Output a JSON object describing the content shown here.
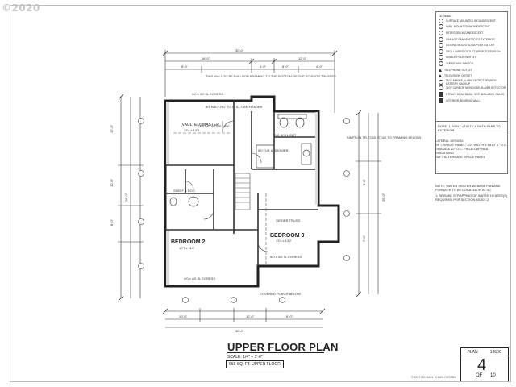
{
  "watermark": "©2020",
  "title": "UPPER FLOOR PLAN",
  "scale": "SCALE: 1/4\" = 1'-0\"",
  "area": "669 SQ. FT. UPPER FLOOR",
  "copyright": "© 2017 MICHAEL CHARL DESIGN",
  "plan_box": {
    "plan_label": "PLAN",
    "plan_number": "1460C",
    "sheet": "4",
    "of_label": "OF",
    "total": "10"
  },
  "rooms": {
    "master": "(VAULTED) MASTER",
    "master_dims": "13'4 x 13'0",
    "bedroom2": "BEDROOM 2",
    "bedroom2_dims": "10'7 x 11'2",
    "bedroom3": "BEDROOM 3",
    "bedroom3_dims": "13'4 x 13'2"
  },
  "annotations": {
    "balloon_note": "THIS WALL TO BE BALLOON FRAMING TO THE BOTTOM OF THE SCISSOR TRUSSES",
    "header_note": "3/4 HALF HD. TO STILL CAN HEADER",
    "ceiling_ridge": "CEILING RIDGE LINE",
    "skylight": "2x2 SKYLIGHT",
    "simpson": "SIMPSON TR-TC40 (STUD TO FRAMING BELOW)",
    "tub": "5/0 TUB & SHOWER",
    "shelf_rod": "SHELF & ROD",
    "girder_truss": "GIRDER TRUSS",
    "covered_porch": "COVERED PORCH BELOW",
    "egress_1": "5/0 x 3/0 SL EGRESS",
    "egress_2": "4/0 x 4/0 SL EGRESS",
    "egress_3": "5/0 x 4/0 SL EGRESS"
  },
  "dims_top": [
    "30'-0\"",
    "16'-0\"",
    "12'-0\"",
    "8'-0\"",
    "4'-0\"",
    "8'-0\"",
    "4'-0\""
  ],
  "dims_bottom": [
    "30'-0\"",
    "10'-0\"",
    "12'-0\"",
    "8'-0\""
  ],
  "dims_left": [
    "12'-0\"",
    "10'-0\"",
    "8'-0\"",
    "28'-0\""
  ],
  "dims_right": [
    "29'-0\"",
    "5'-0\"",
    "7'-0\""
  ],
  "legend": {
    "header": "LEGEND",
    "items": [
      "SURFACE MOUNTED INCANDESCENT",
      "WALL MOUNTED INCANDESCENT",
      "RECESSED INCANDESCENT",
      "GARAGE FAN VENTED TO EXTERIOR",
      "CEILING MOUNTED DUPLEX OUTLET",
      "GFCI / WIRED OUTLET, ARMS TO SWITCH",
      "SINGLE POLE SWITCH",
      "THREE WAY SWITCH",
      "TELEPHONE OUTLET",
      "TELEVISION OUTLET",
      "110V SMOKE ALARM DETECTOR WITH BATTERY BACKUP",
      "110V CARBON MONOXIDE ALARM DETECTOR",
      "STRUCTURAL BEAM, SEE INCLUDED CALCS",
      "INTERIOR BEARING WALL"
    ]
  },
  "notes": {
    "legend_note": "NOTE: 1. VENT UTILITY & BATH FANS TO EXTERIOR",
    "lateral_1": "LATERAL DESIGN:",
    "lateral_2": "SP = SPACE PANEL, 1/2\" WIDTH x 8d AT 6\" O.C.",
    "lateral_3": "GRADE & 12\" O.C. FIELD CAP NAIL SHEATHING",
    "lateral_4": "SW = ALTERNATE SPACE PANEL",
    "water_heater": "NOTE: WATER HEATER W/ BASE PAN AND FURNACE TO BE LOCATED IN ATTIC",
    "seismic": "1. SEISMIC STRAPPING OF WATER HEATER(S) REQUIRED PER SECTION M1307.2"
  }
}
